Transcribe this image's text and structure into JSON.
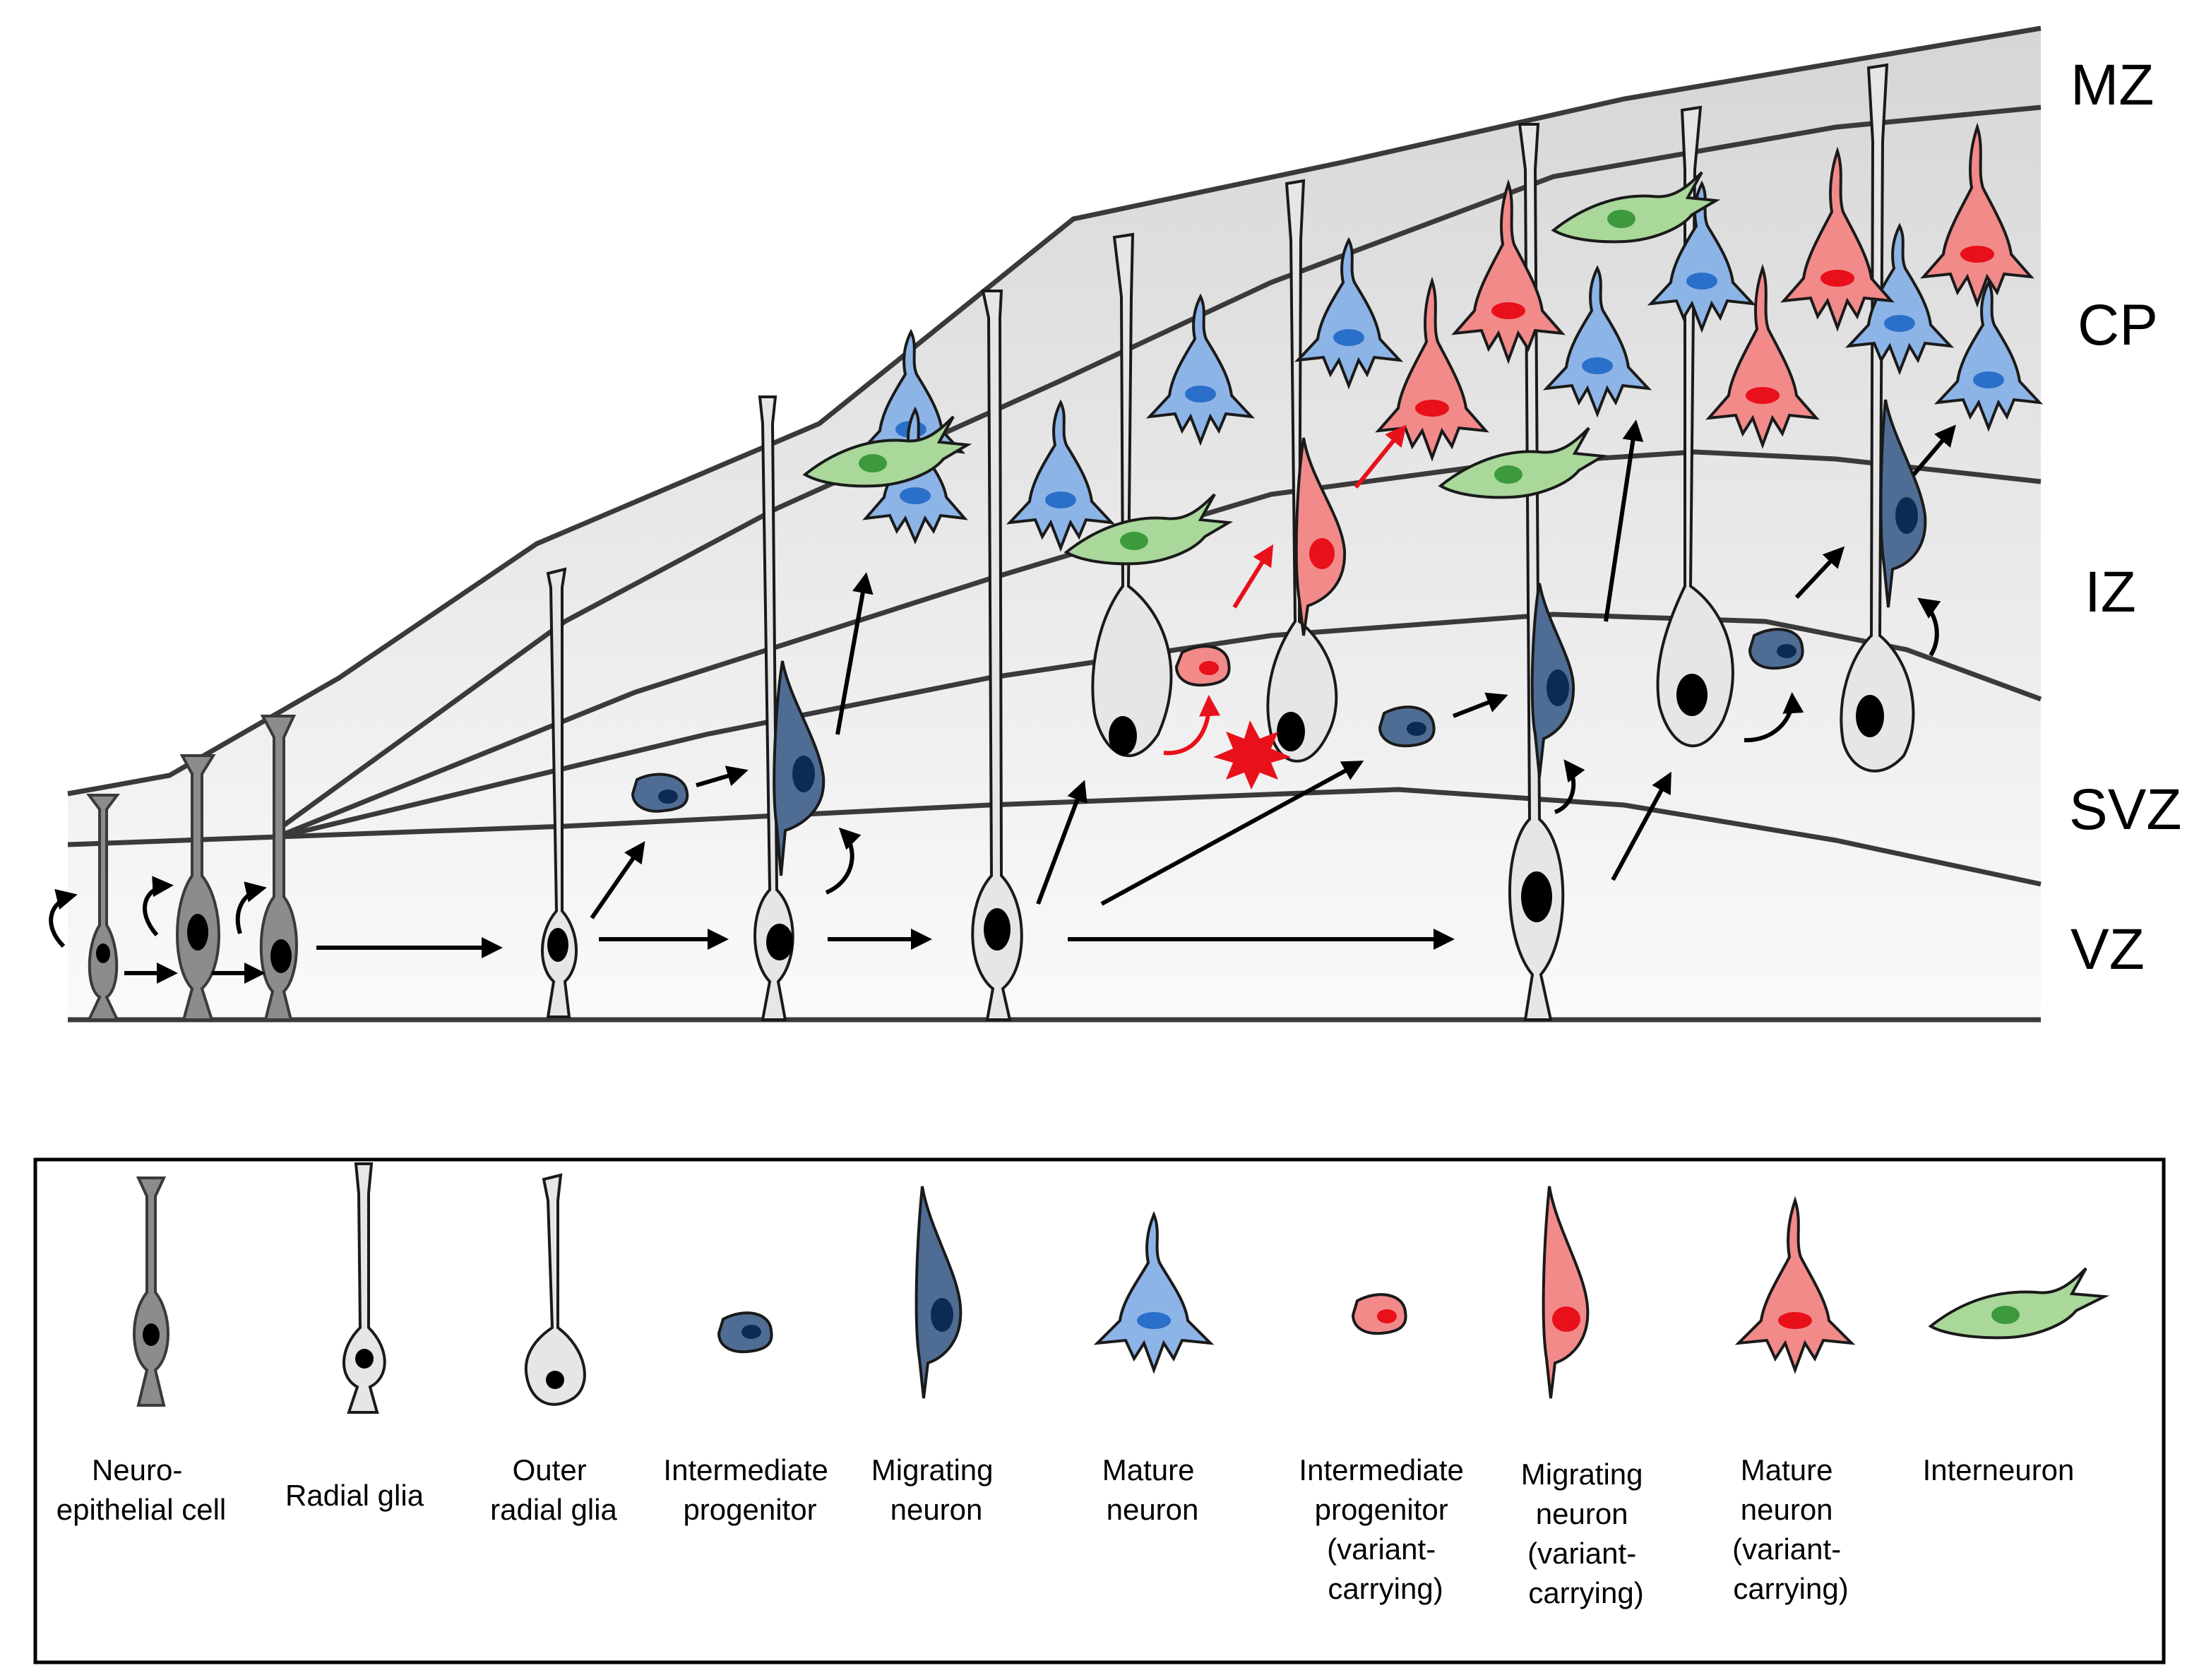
{
  "zones": {
    "mz": "MZ",
    "cp": "CP",
    "iz": "IZ",
    "svz": "SVZ",
    "vz": "VZ"
  },
  "legend": {
    "items": [
      {
        "key": "neuroepithelial",
        "lines": [
          "Neuro-",
          "epithelial cell"
        ]
      },
      {
        "key": "radial-glia",
        "lines": [
          "Radial glia"
        ]
      },
      {
        "key": "outer-radial-glia",
        "lines": [
          "Outer",
          "radial glia"
        ]
      },
      {
        "key": "intermediate-progenitor",
        "lines": [
          "Intermediate",
          "progenitor"
        ]
      },
      {
        "key": "migrating-neuron",
        "lines": [
          "Migrating",
          "neuron"
        ]
      },
      {
        "key": "mature-neuron",
        "lines": [
          "Mature",
          "neuron"
        ]
      },
      {
        "key": "intermediate-progenitor-variant",
        "lines": [
          "Intermediate",
          "progenitor",
          "(variant-",
          "carrying)"
        ]
      },
      {
        "key": "migrating-neuron-variant",
        "lines": [
          "Migrating",
          "neuron",
          "(variant-",
          "carrying)"
        ]
      },
      {
        "key": "mature-neuron-variant",
        "lines": [
          "Mature",
          "neuron",
          "(variant-",
          "carrying)"
        ]
      },
      {
        "key": "interneuron",
        "lines": [
          "Interneuron"
        ]
      }
    ]
  },
  "colors": {
    "neuroepithelial": "#8c8c8c",
    "radial_glia": "#e6e6e6",
    "intermediate_progenitor": "#4f6d94",
    "migrating_neuron": "#4f6d94",
    "mature_neuron": "#8db4e6",
    "variant": "#f28a8a",
    "variant_nucleus": "#e8101a",
    "interneuron": "#a9d89a",
    "interneuron_nucleus": "#3c9a3c",
    "event_star": "#e8101a",
    "arrow": "#000000",
    "variant_arrow": "#e8101a"
  },
  "icons": {
    "event": "red-starburst-icon",
    "arrow": "arrow-icon",
    "division": "curved-arrow-icon"
  }
}
